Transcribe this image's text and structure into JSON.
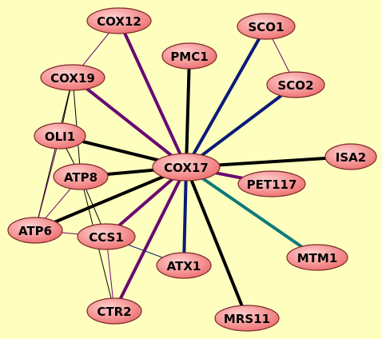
{
  "graph": {
    "background": "#fefebf",
    "node_fill_light": "#ffd0d0",
    "node_fill_dark": "#ee6f6f",
    "edge_colors": {
      "black": "#000000",
      "purple": "#6a0a72",
      "navy": "#0a1a78",
      "teal": "#107a7a"
    },
    "nodes": [
      {
        "id": "COX12",
        "label": "COX12"
      },
      {
        "id": "SCO1",
        "label": "SCO1"
      },
      {
        "id": "PMC1",
        "label": "PMC1"
      },
      {
        "id": "COX19",
        "label": "COX19"
      },
      {
        "id": "SCO2",
        "label": "SCO2"
      },
      {
        "id": "OLI1",
        "label": "OLI1"
      },
      {
        "id": "ISA2",
        "label": "ISA2"
      },
      {
        "id": "COX17",
        "label": "COX17"
      },
      {
        "id": "ATP8",
        "label": "ATP8"
      },
      {
        "id": "PET117",
        "label": "PET117"
      },
      {
        "id": "ATP6",
        "label": "ATP6"
      },
      {
        "id": "CCS1",
        "label": "CCS1"
      },
      {
        "id": "MTM1",
        "label": "MTM1"
      },
      {
        "id": "ATX1",
        "label": "ATX1"
      },
      {
        "id": "CTR2",
        "label": "CTR2"
      },
      {
        "id": "MRS11",
        "label": "MRS11"
      }
    ],
    "edges": [
      {
        "source": "COX17",
        "target": "COX12",
        "color": "purple",
        "weight": "thick"
      },
      {
        "source": "COX17",
        "target": "COX19",
        "color": "purple",
        "weight": "thick"
      },
      {
        "source": "COX17",
        "target": "PMC1",
        "color": "black",
        "weight": "thick"
      },
      {
        "source": "COX17",
        "target": "SCO1",
        "color": "navy",
        "weight": "thick"
      },
      {
        "source": "COX17",
        "target": "SCO2",
        "color": "navy",
        "weight": "thick"
      },
      {
        "source": "COX17",
        "target": "OLI1",
        "color": "black",
        "weight": "thick"
      },
      {
        "source": "COX17",
        "target": "ISA2",
        "color": "black",
        "weight": "thick"
      },
      {
        "source": "COX17",
        "target": "ATP8",
        "color": "black",
        "weight": "thick"
      },
      {
        "source": "COX17",
        "target": "PET117",
        "color": "purple",
        "weight": "thick"
      },
      {
        "source": "COX17",
        "target": "ATP6",
        "color": "black",
        "weight": "thick"
      },
      {
        "source": "COX17",
        "target": "CCS1",
        "color": "purple",
        "weight": "thick"
      },
      {
        "source": "COX17",
        "target": "MTM1",
        "color": "teal",
        "weight": "thick"
      },
      {
        "source": "COX17",
        "target": "ATX1",
        "color": "navy",
        "weight": "thick"
      },
      {
        "source": "COX17",
        "target": "CTR2",
        "color": "purple",
        "weight": "thick"
      },
      {
        "source": "COX17",
        "target": "MRS11",
        "color": "black",
        "weight": "thick"
      },
      {
        "source": "COX12",
        "target": "COX19",
        "color": "purple",
        "weight": "thin"
      },
      {
        "source": "SCO1",
        "target": "SCO2",
        "color": "purple",
        "weight": "thin"
      },
      {
        "source": "COX19",
        "target": "OLI1",
        "color": "black",
        "weight": "thin"
      },
      {
        "source": "COX19",
        "target": "ATP8",
        "color": "black",
        "weight": "thin"
      },
      {
        "source": "COX19",
        "target": "ATP6",
        "color": "black",
        "weight": "thin"
      },
      {
        "source": "OLI1",
        "target": "ATP8",
        "color": "black",
        "weight": "thin"
      },
      {
        "source": "OLI1",
        "target": "ATP6",
        "color": "purple",
        "weight": "thin"
      },
      {
        "source": "ATP8",
        "target": "ATP6",
        "color": "purple",
        "weight": "thin"
      },
      {
        "source": "ATP8",
        "target": "CCS1",
        "color": "black",
        "weight": "thin"
      },
      {
        "source": "ATP8",
        "target": "CTR2",
        "color": "black",
        "weight": "thin"
      },
      {
        "source": "ATP6",
        "target": "CCS1",
        "color": "purple",
        "weight": "thin"
      },
      {
        "source": "CCS1",
        "target": "ATX1",
        "color": "navy",
        "weight": "thin"
      },
      {
        "source": "CCS1",
        "target": "CTR2",
        "color": "purple",
        "weight": "thin"
      }
    ]
  }
}
